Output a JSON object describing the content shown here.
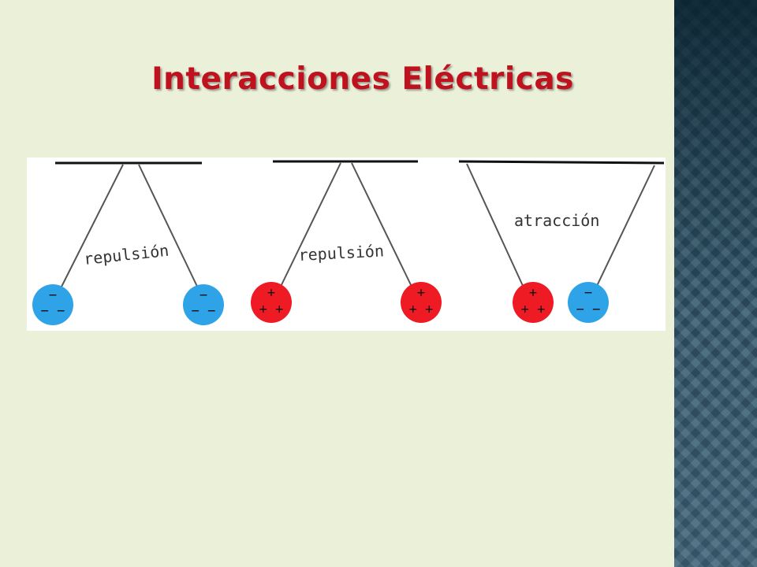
{
  "title": "Interacciones Eléctricas",
  "colors": {
    "title": "#c0111f",
    "negative_sphere": "#2ea3e8",
    "positive_sphere": "#ee1b24",
    "background": "#ebf0d9"
  },
  "diagram": {
    "panels": [
      {
        "label": "repulsión",
        "left_sphere": {
          "charge": "negative",
          "signs": [
            "−",
            "− −"
          ]
        },
        "right_sphere": {
          "charge": "negative",
          "signs": [
            "−",
            "− −"
          ]
        }
      },
      {
        "label": "repulsión",
        "left_sphere": {
          "charge": "positive",
          "signs": [
            "+",
            "+ +"
          ]
        },
        "right_sphere": {
          "charge": "positive",
          "signs": [
            "+",
            "+ +"
          ]
        }
      },
      {
        "label": "atracción",
        "left_sphere": {
          "charge": "positive",
          "signs": [
            "+",
            "+ +"
          ]
        },
        "right_sphere": {
          "charge": "negative",
          "signs": [
            "−",
            "− −"
          ]
        }
      }
    ]
  }
}
